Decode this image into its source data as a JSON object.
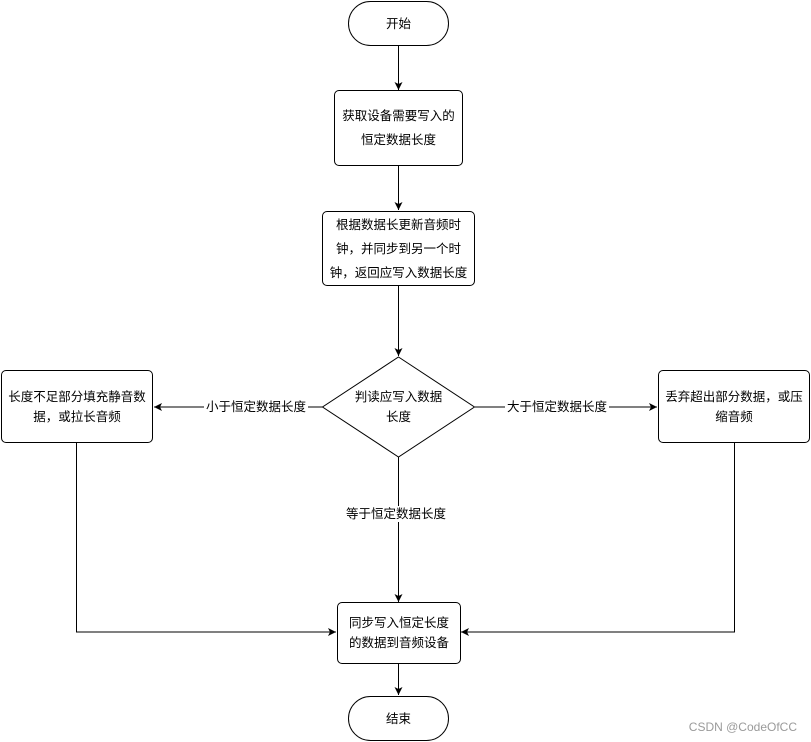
{
  "nodes": {
    "start": "开始",
    "get_length": "获取设备需要写入的\n恒定数据长度",
    "update_clock": "根据数据长更新音频时\n钟，并同步到另一个时\n钟，返回应写入数据长度",
    "decision": "判读应写入数据\n长度",
    "pad": "长度不足部分填充静音数\n据，或拉长音频",
    "discard": "丢弃超出部分数据，或压\n缩音频",
    "write": "同步写入恒定长度\n的数据到音频设备",
    "end": "结束"
  },
  "edge_labels": {
    "less": "小于恒定数据长度",
    "greater": "大于恒定数据长度",
    "equal": "等于恒定数据长度"
  },
  "watermark": "CSDN @CodeOfCC"
}
